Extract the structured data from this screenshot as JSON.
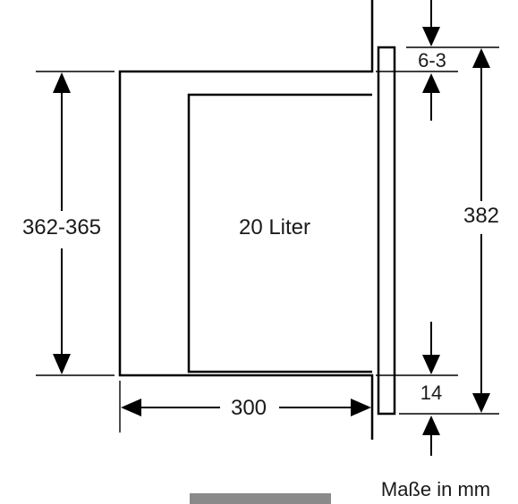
{
  "diagram": {
    "inner_label": "20 Liter",
    "dim_height_niche": "362-365",
    "dim_total_height": "382",
    "dim_width": "300",
    "dim_top_gap": "6-3",
    "dim_bottom": "14",
    "units_caption": "Maße in mm"
  },
  "colors": {
    "line": "#000000",
    "text": "#1a1a1a",
    "footer_bar": "#8a8a8a",
    "background": "#ffffff"
  }
}
